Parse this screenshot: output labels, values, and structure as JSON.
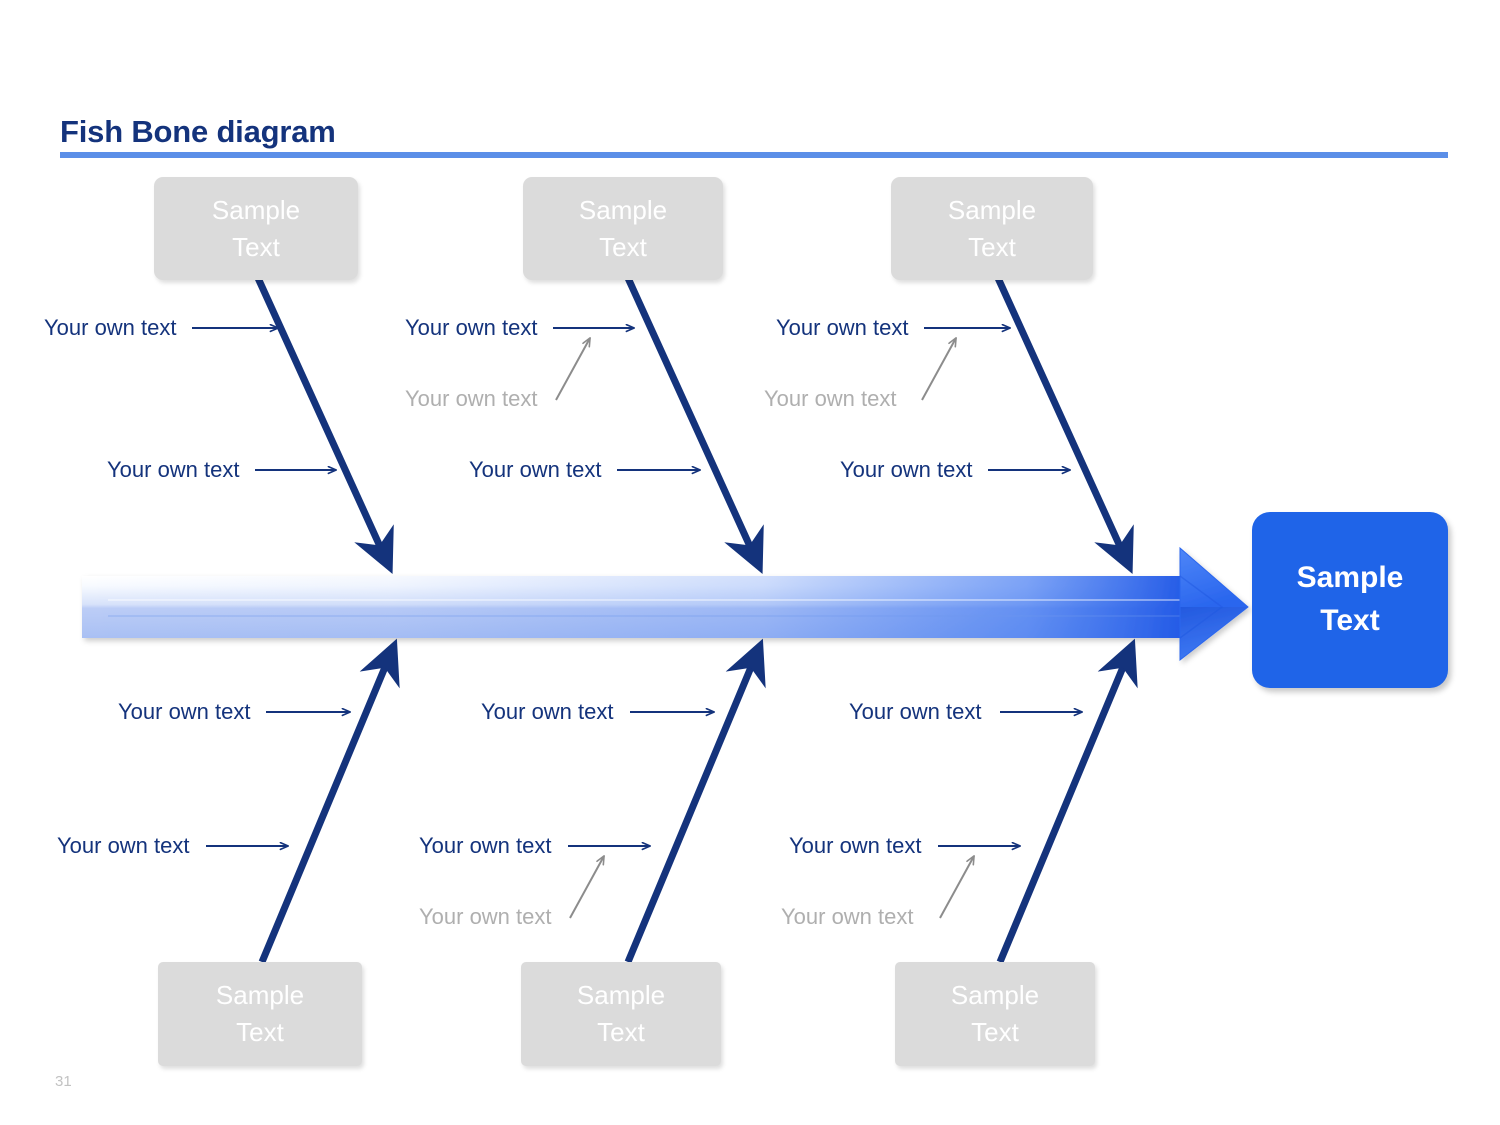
{
  "header": {
    "title": "Fish Bone diagram",
    "rule_color": "#5B8FE8",
    "title_color": "#14337C"
  },
  "footer": {
    "page_number": "31"
  },
  "palette": {
    "category_box_fill": "#DBDBDB",
    "category_box_text": "#FFFFFF",
    "effect_box_fill": "#1F64E8",
    "effect_box_text": "#FFFFFF",
    "bone_line": "#14337C",
    "primary_label": "#14337C",
    "secondary_label": "#AFAFAF",
    "spine_light": "#FDFEFF",
    "spine_mid": "#AFC5F2",
    "spine_dark": "#2E6BF0"
  },
  "diagram": {
    "type": "fishbone",
    "effect": {
      "line1": "Sample",
      "line2": "Text"
    },
    "categories": [
      {
        "id": "top-1",
        "position": "top",
        "box": {
          "line1": "Sample",
          "line2": "Text"
        },
        "causes": [
          {
            "label": "Your own text",
            "level": "primary"
          },
          {
            "label": "Your own text",
            "level": "primary"
          }
        ]
      },
      {
        "id": "top-2",
        "position": "top",
        "box": {
          "line1": "Sample",
          "line2": "Text"
        },
        "causes": [
          {
            "label": "Your own text",
            "level": "primary"
          },
          {
            "label": "Your own text",
            "level": "secondary"
          },
          {
            "label": "Your own text",
            "level": "primary"
          }
        ]
      },
      {
        "id": "top-3",
        "position": "top",
        "box": {
          "line1": "Sample",
          "line2": "Text"
        },
        "causes": [
          {
            "label": "Your own text",
            "level": "primary"
          },
          {
            "label": "Your own text",
            "level": "secondary"
          },
          {
            "label": "Your own text",
            "level": "primary"
          }
        ]
      },
      {
        "id": "bottom-1",
        "position": "bottom",
        "box": {
          "line1": "Sample",
          "line2": "Text"
        },
        "causes": [
          {
            "label": "Your own text",
            "level": "primary"
          },
          {
            "label": "Your own text",
            "level": "primary"
          }
        ]
      },
      {
        "id": "bottom-2",
        "position": "bottom",
        "box": {
          "line1": "Sample",
          "line2": "Text"
        },
        "causes": [
          {
            "label": "Your own text",
            "level": "primary"
          },
          {
            "label": "Your own text",
            "level": "primary"
          },
          {
            "label": "Your own text",
            "level": "secondary"
          }
        ]
      },
      {
        "id": "bottom-3",
        "position": "bottom",
        "box": {
          "line1": "Sample",
          "line2": "Text"
        },
        "causes": [
          {
            "label": "Your own text",
            "level": "primary"
          },
          {
            "label": "Your own text",
            "level": "primary"
          },
          {
            "label": "Your own text",
            "level": "secondary"
          }
        ]
      }
    ]
  }
}
